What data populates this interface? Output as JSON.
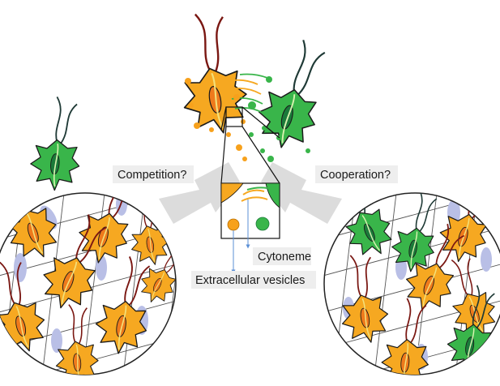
{
  "labels": {
    "competition": "Competition?",
    "cooperation": "Cooperation?",
    "cytoneme": "Cytoneme",
    "vesicles": "Extracellular vesicles"
  },
  "colors": {
    "orange_cell": "#f6a821",
    "orange_nucleus": "#ef7a1c",
    "green_cell": "#39b54a",
    "green_nucleus": "#1b7a3a",
    "flagellum_red": "#7a1712",
    "flagellum_dark": "#1f3a36",
    "tissue_fill": "#ffffff",
    "tissue_vacuole": "#b9bfe6",
    "arrow_gray": "#dcdcdc",
    "inset_arrow": "#5b8fd6",
    "dot_orange": "#f7a11c",
    "dot_green": "#39b54a"
  }
}
